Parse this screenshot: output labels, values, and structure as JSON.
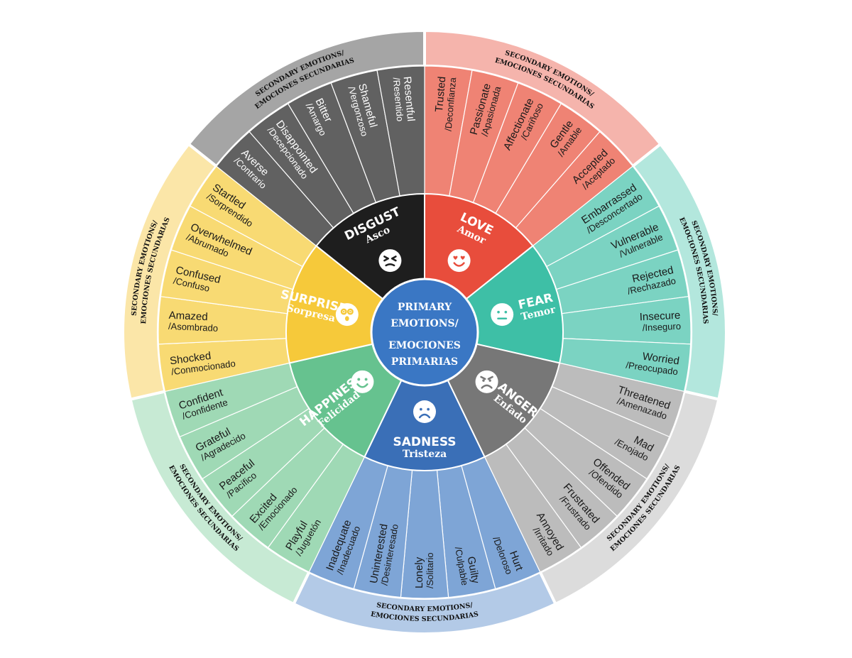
{
  "center": {
    "lines": [
      "PRIMARY",
      "EMOTIONS/",
      "EMOCIONES",
      "PRIMARIAS"
    ],
    "color": "#3a77c4"
  },
  "outer_ring": {
    "label_line1": "SECONDARY EMOTIONS/",
    "label_line2": "EMOCIONES SECUNDARIAS"
  },
  "primaries": [
    {
      "key": "love",
      "en": "LOVE",
      "es": "Amor",
      "face": "love-face",
      "colors": {
        "primary": "#e84d3c",
        "secondary": "#ef8374",
        "outer": "#f5b4ac",
        "text": "#1a1a1a"
      },
      "secondary": [
        {
          "en": "Trusted",
          "es": "/Deconfianza"
        },
        {
          "en": "Passionate",
          "es": "/Apasionada"
        },
        {
          "en": "Affectionate",
          "es": "/Cariñoso"
        },
        {
          "en": "Gentle",
          "es": "/Amable"
        },
        {
          "en": "Accepted",
          "es": "/Aceptado"
        }
      ]
    },
    {
      "key": "fear",
      "en": "FEAR",
      "es": "Temor",
      "face": "neutral-face",
      "colors": {
        "primary": "#3ebfa6",
        "secondary": "#7bd3c2",
        "outer": "#b3e7dd",
        "text": "#1a1a1a"
      },
      "secondary": [
        {
          "en": "Embarrassed",
          "es": "/Desconcertado"
        },
        {
          "en": "Vulnerable",
          "es": "/Vulnerable"
        },
        {
          "en": "Rejected",
          "es": "/Rechazado"
        },
        {
          "en": "Insecure",
          "es": "/Inseguro"
        },
        {
          "en": "Worried",
          "es": "/Preocupado"
        }
      ]
    },
    {
      "key": "anger",
      "en": "ANGER",
      "es": "Enfado",
      "face": "angry-face",
      "colors": {
        "primary": "#777777",
        "secondary": "#bcbcbc",
        "outer": "#dcdcdc",
        "text": "#1a1a1a"
      },
      "secondary": [
        {
          "en": "Threatened",
          "es": "/Amenazado"
        },
        {
          "en": "Mad",
          "es": "/Enojado"
        },
        {
          "en": "Offended",
          "es": "/Ofendido"
        },
        {
          "en": "Frustrated",
          "es": "/Frustrado"
        },
        {
          "en": "Annoyed",
          "es": "/Irritado"
        }
      ]
    },
    {
      "key": "sadness",
      "en": "SADNESS",
      "es": "Tristeza",
      "face": "sad-face",
      "colors": {
        "primary": "#3a6fb7",
        "secondary": "#7ea5d6",
        "outer": "#b3cae7",
        "text": "#1a1a1a"
      },
      "secondary": [
        {
          "en": "Hurt",
          "es": "/Deloroso"
        },
        {
          "en": "Guilty",
          "es": "/Culpable"
        },
        {
          "en": "Lonely",
          "es": "/Solitario"
        },
        {
          "en": "Uninterested",
          "es": "/Desinteresado"
        },
        {
          "en": "Inadequate",
          "es": "/Inadecuado"
        }
      ]
    },
    {
      "key": "happiness",
      "en": "HAPPINESS",
      "es": "Felicidad",
      "face": "happy-face",
      "colors": {
        "primary": "#66c28f",
        "secondary": "#9fd9b5",
        "outer": "#c7ead4",
        "text": "#1a1a1a"
      },
      "secondary": [
        {
          "en": "Playful",
          "es": "/Juguetón"
        },
        {
          "en": "Excited",
          "es": "/Emocionado"
        },
        {
          "en": "Peaceful",
          "es": "/Pacífico"
        },
        {
          "en": "Grateful",
          "es": "/Agradecido"
        },
        {
          "en": "Confident",
          "es": "/Confidente"
        }
      ]
    },
    {
      "key": "surprise",
      "en": "SURPRISE",
      "es": "Sorpresa",
      "face": "surprised-face",
      "colors": {
        "primary": "#f6c93a",
        "secondary": "#f8da73",
        "outer": "#fbe6a8",
        "text": "#1a1a1a"
      },
      "secondary": [
        {
          "en": "Shocked",
          "es": "/Conmocionado"
        },
        {
          "en": "Amazed",
          "es": "/Asombrado"
        },
        {
          "en": "Confused",
          "es": "/Confuso"
        },
        {
          "en": "Overwhelmed",
          "es": "/Abrumado"
        },
        {
          "en": "Startled",
          "es": "/Sorprendido"
        }
      ]
    },
    {
      "key": "disgust",
      "en": "DISGUST",
      "es": "Asco",
      "face": "disgusted-face",
      "colors": {
        "primary": "#1e1e1e",
        "secondary": "#616161",
        "outer": "#a5a5a5",
        "text": "#ffffff"
      },
      "secondary": [
        {
          "en": "Averse",
          "es": "/Contrario"
        },
        {
          "en": "Disappointed",
          "es": "/Decepcionado"
        },
        {
          "en": "Bitter",
          "es": "/Amargo"
        },
        {
          "en": "Shameful",
          "es": "/Vergonzoso"
        },
        {
          "en": "Resentful",
          "es": "/Resentido"
        }
      ]
    }
  ]
}
